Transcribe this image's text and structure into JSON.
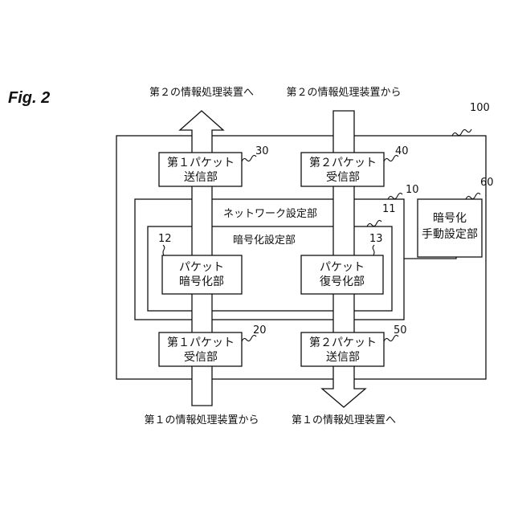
{
  "figure_label": "Fig. 2",
  "top_labels": {
    "to_second_device": "第２の情報処理装置へ",
    "from_second_device": "第２の情報処理装置から"
  },
  "bottom_labels": {
    "from_first_device": "第１の情報処理装置から",
    "to_first_device": "第１の情報処理装置へ"
  },
  "refs": {
    "device": "100",
    "first_packet_transmitter": "30",
    "second_packet_receiver": "40",
    "network_setting": "10",
    "manual_encryption": "60",
    "encryption_setting": "11",
    "packet_encryptor": "12",
    "packet_decryptor": "13",
    "first_packet_receiver": "20",
    "second_packet_transmitter": "50"
  },
  "blocks": {
    "first_packet_transmitter": [
      "第１パケット",
      "送信部"
    ],
    "second_packet_receiver": [
      "第２パケット",
      "受信部"
    ],
    "network_setting": "ネットワーク設定部",
    "encryption_setting": "暗号化設定部",
    "manual_encryption": [
      "暗号化",
      "手動設定部"
    ],
    "packet_encryptor": [
      "パケット",
      "暗号化部"
    ],
    "packet_decryptor": [
      "パケット",
      "復号化部"
    ],
    "first_packet_receiver": [
      "第１パケット",
      "受信部"
    ],
    "second_packet_transmitter": [
      "第２パケット",
      "送信部"
    ]
  }
}
